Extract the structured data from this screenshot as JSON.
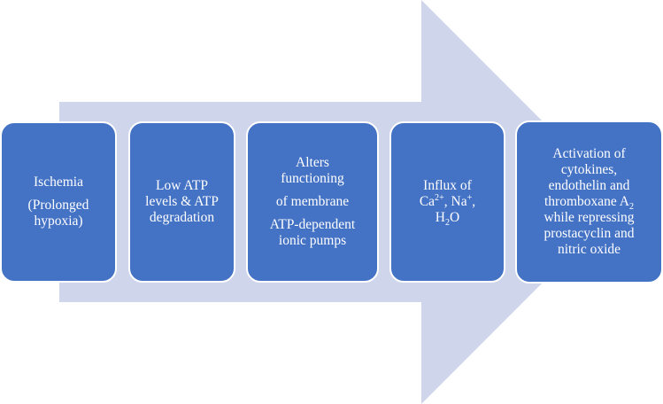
{
  "colors": {
    "arrow_fill": "#cfd5ea",
    "box_fill": "#4472c4",
    "box_text": "#ffffff"
  },
  "steps": [
    {
      "lines": [
        "Ischemia",
        "(Prolonged",
        "hypoxia)"
      ]
    },
    {
      "lines": [
        "Low ATP",
        "levels & ATP",
        "degradation"
      ]
    },
    {
      "lines": [
        "Alters",
        "functioning",
        "of membrane",
        "ATP-dependent",
        "ionic pumps"
      ]
    },
    {
      "line1": "Influx of",
      "ca": "Ca",
      "ca_charge": "2+",
      "sep1": ", ",
      "na": "Na",
      "na_charge": "+",
      "sep2": ",",
      "h": "H",
      "h_sub": "2",
      "o": "O"
    },
    {
      "lines": [
        "Activation of",
        "cytokines,",
        "endothelin and"
      ],
      "thromboxane": "thromboxane A",
      "thromboxane_sub": "2",
      "lines_after": [
        "while repressing",
        "prostacyclin and",
        "nitric oxide"
      ]
    }
  ]
}
